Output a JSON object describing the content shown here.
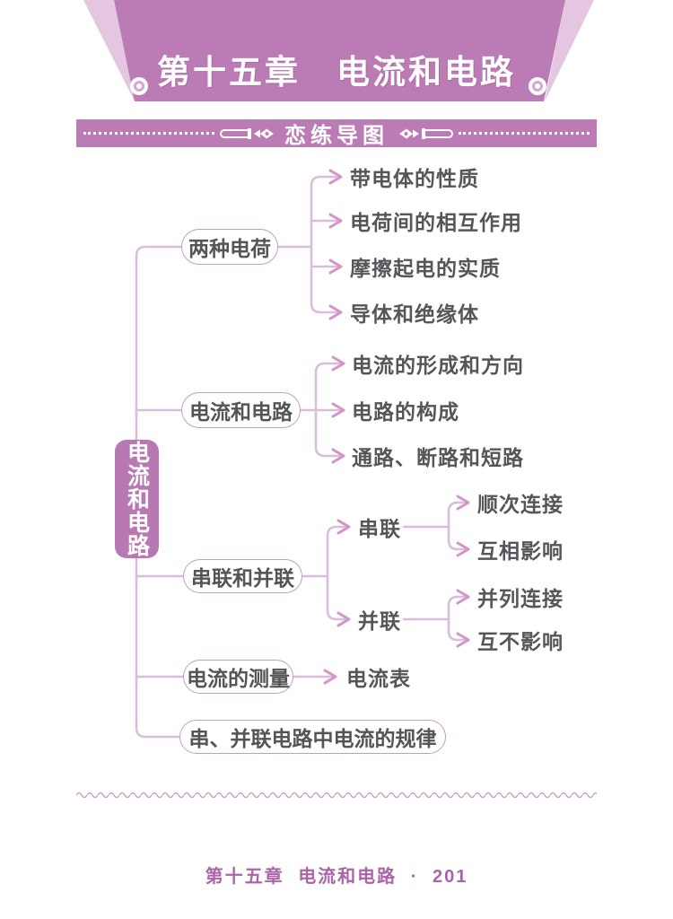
{
  "header": {
    "chapter_title": "第十五章　电流和电路"
  },
  "section_banner": {
    "title": "恋练导图"
  },
  "mindmap": {
    "root": {
      "label": "电流和电路"
    },
    "branches": [
      {
        "label": "两种电荷",
        "children": [
          "带电体的性质",
          "电荷间的相互作用",
          "摩擦起电的实质",
          "导体和绝缘体"
        ]
      },
      {
        "label": "电流和电路",
        "children": [
          "电流的形成和方向",
          "电路的构成",
          "通路、断路和短路"
        ]
      },
      {
        "label": "串联和并联",
        "children": [
          {
            "label": "串联",
            "children": [
              "顺次连接",
              "互相影响"
            ]
          },
          {
            "label": "并联",
            "children": [
              "并列连接",
              "互不影响"
            ]
          }
        ]
      },
      {
        "label": "电流的测量",
        "children": [
          "电流表"
        ]
      },
      {
        "label": "串、并联电路中电流的规律",
        "children": []
      }
    ]
  },
  "footer": {
    "chapter": "第十五章",
    "title": "电流和电路",
    "separator": "·",
    "page_number": "201"
  },
  "colors": {
    "banner_purple": "#bb7cb6",
    "banner_shadow": "#e4c6e1",
    "root_fill": "#b878b2",
    "node_border": "#c49cc4",
    "connector": "#d9bedb",
    "arrow": "#d494c8",
    "text_dark": "#565559",
    "footer_text": "#a965a7"
  }
}
